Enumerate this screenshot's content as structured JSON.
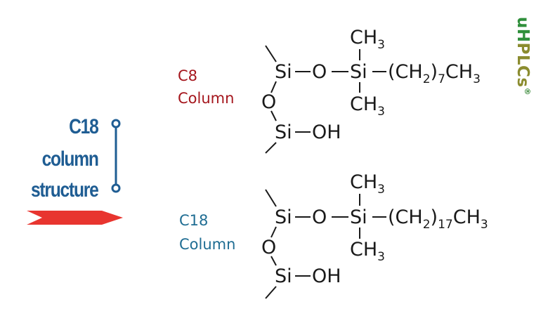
{
  "left_label": {
    "line1": "C18",
    "line2": "column",
    "line3": "structure"
  },
  "colors": {
    "label_blue": "#1f5d93",
    "c8_red": "#a5161d",
    "c18_blue": "#1f6d93",
    "arrow_red": "#e8352f",
    "brand_green": "#2f8f3b",
    "brand_olive": "#8b8c2f"
  },
  "brand": {
    "part1": "uH",
    "part2": "PLCs",
    "registered": "®"
  },
  "c8": {
    "label_line1": "C8",
    "label_line2": "Column",
    "si_top": "Si",
    "o_link": "O",
    "si_right": "Si",
    "ch3_top": "CH",
    "ch3_top_sub": "3",
    "ch3_bottom": "CH",
    "ch3_bottom_sub": "3",
    "chain_open": "(CH",
    "chain_h_sub": "2",
    "chain_close": ")",
    "chain_n": "7",
    "chain_end": "CH",
    "chain_end_sub": "3",
    "o_vertical": "O",
    "si_bottom": "Si",
    "oh": "OH"
  },
  "c18": {
    "label_line1": "C18",
    "label_line2": "Column",
    "si_top": "Si",
    "o_link": "O",
    "si_right": "Si",
    "ch3_top": "CH",
    "ch3_top_sub": "3",
    "ch3_bottom": "CH",
    "ch3_bottom_sub": "3",
    "chain_open": "(CH",
    "chain_h_sub": "2",
    "chain_close": ")",
    "chain_n": "17",
    "chain_end": "CH",
    "chain_end_sub": "3",
    "o_vertical": "O",
    "si_bottom": "Si",
    "oh": "OH"
  }
}
